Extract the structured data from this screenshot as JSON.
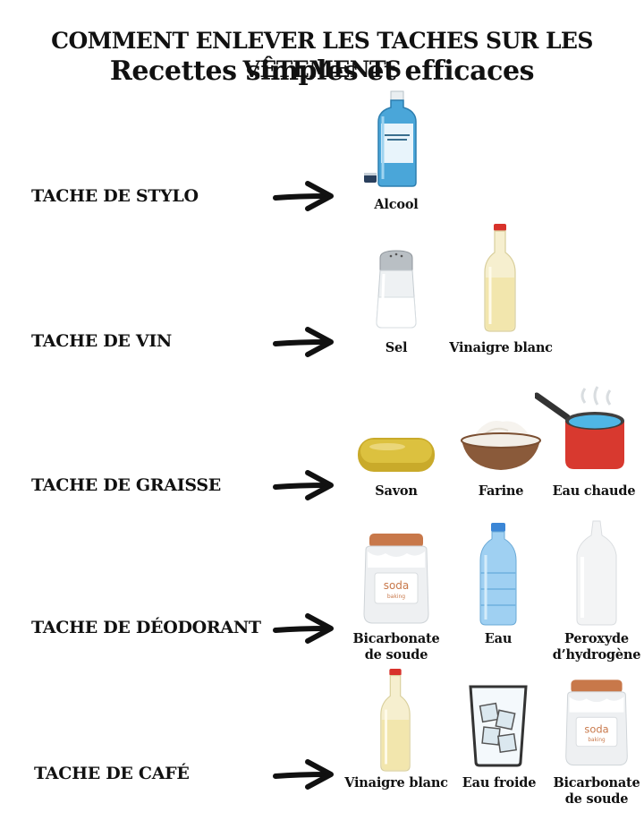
{
  "header": {
    "title": "COMMENT ENLEVER LES TACHES SUR LES VÊTEMENTS",
    "subtitle": "Recettes simples et efficaces"
  },
  "rows": [
    {
      "stain": "TACHE DE STYLO",
      "items": [
        {
          "label": "Alcool",
          "icon": "alcohol-bottle-icon"
        }
      ]
    },
    {
      "stain": "TACHE DE VIN",
      "items": [
        {
          "label": "Sel",
          "icon": "salt-shaker-icon"
        },
        {
          "label": "Vinaigre blanc",
          "icon": "vinegar-bottle-icon"
        }
      ]
    },
    {
      "stain": "TACHE DE GRAISSE",
      "items": [
        {
          "label": "Savon",
          "icon": "soap-bar-icon"
        },
        {
          "label": "Farine",
          "icon": "flour-bowl-icon"
        },
        {
          "label": "Eau chaude",
          "icon": "hot-water-pot-icon"
        }
      ]
    },
    {
      "stain": "TACHE DE DÉODORANT",
      "items": [
        {
          "label": "Bicarbonate\nde soude",
          "icon": "baking-soda-jar-icon",
          "jar_text": "soda",
          "jar_subtext": "baking"
        },
        {
          "label": "Eau",
          "icon": "water-bottle-icon"
        },
        {
          "label": "Peroxyde\nd’hydrogène",
          "icon": "peroxide-bottle-icon"
        }
      ]
    },
    {
      "stain": "TACHE DE CAFÉ",
      "items": [
        {
          "label": "Vinaigre blanc",
          "icon": "vinegar-bottle-icon"
        },
        {
          "label": "Eau froide",
          "icon": "ice-water-glass-icon"
        },
        {
          "label": "Bicarbonate\nde soude",
          "icon": "baking-soda-jar-icon",
          "jar_text": "soda",
          "jar_subtext": "baking"
        }
      ]
    }
  ]
}
